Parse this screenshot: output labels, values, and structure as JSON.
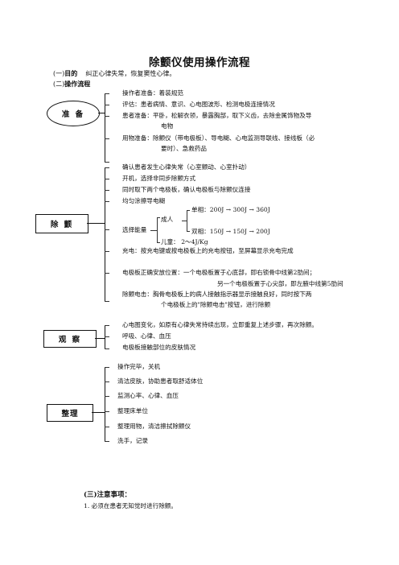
{
  "title": "除颤仪使用操作流程",
  "section1": {
    "label": "(一)",
    "bold": "目的",
    "text": "纠正心律失常，恢复窦性心律。"
  },
  "section2": {
    "label": "(二)",
    "bold": "操作流程"
  },
  "prep": {
    "label": "准 备",
    "items": [
      "操作者准备：着装规范",
      "评估：患者病情、意识、心电图波形、检测电极连接情况",
      "患者准备：平卧，松解衣领，暴露胸部，取下义齿，去除金属饰物及导",
      "电物",
      "用物准备：除颤仪（带电极板）、导电糊、心电监测导联线、接线板（必",
      "要时）、急救药品"
    ]
  },
  "defib": {
    "label": "除 颤",
    "items": [
      "确认患者发生心律失常（心室颤动、心室扑动）",
      "开机，选择非同步除颤方式",
      "同时取下两个电极板，确认电极板与除颤仪连接",
      "均匀涂擦导电糊"
    ],
    "energy_label": "选择能量",
    "adult_label": "成人",
    "mono": "单相：200J → 300J → 360J",
    "bi": "双相：150J → 150J → 200J",
    "child": "儿童： 2～4J/Kg",
    "charge": "充电：按充电键或按电极板上的充电按钮，至屏幕显示充电完成",
    "position_1": "电极板正确安放位置：一个电极板置于心底部，即右锁骨中线第2肋间；",
    "position_2": "另一个电极板置于心尖部，即左腋中线第5肋间",
    "shock_1": "除颤电击：胸骨电极板上的病人接触指示器显示接触良好，同时按下两",
    "shock_2": "个电极板上的\"除颤电击\"按钮，进行除颤"
  },
  "observe": {
    "label": "观 察",
    "items": [
      "心电图变化，如原有心律失常持续出现，立即重复上述步骤，再次除颤。",
      "呼吸、心律、血压",
      "电极板接触部位的皮肤情况"
    ]
  },
  "tidy": {
    "label": "整理",
    "items": [
      "操作完毕，关机",
      "清洁皮肤，协助患者取舒适体位",
      "监测心率、心律、血压",
      "整理床单位",
      "整理用物，清洁擦拭除颤仪",
      "洗手，记录"
    ]
  },
  "section3": {
    "label": "(三)注意事项："
  },
  "notes": [
    "1.  必须在患者无知觉时进行除颤。"
  ]
}
